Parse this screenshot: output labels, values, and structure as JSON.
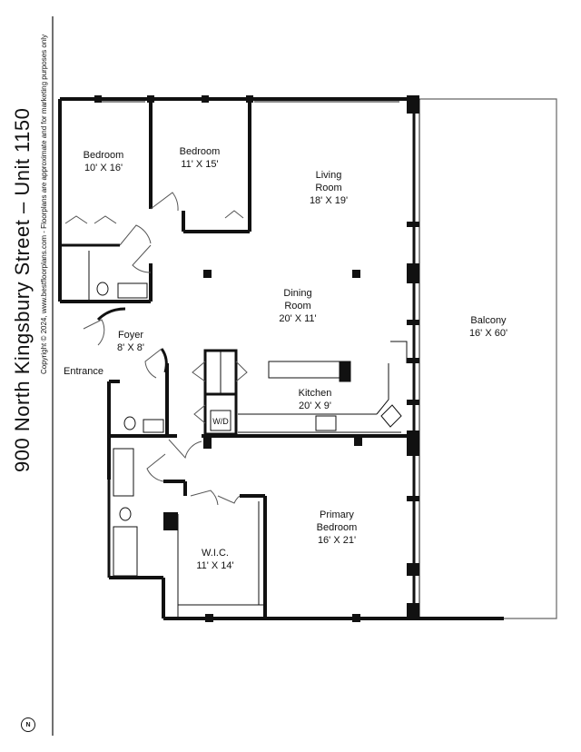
{
  "title": "900 North Kingsbury Street – Unit 1150",
  "subtitle": "Copyright © 2024, www.bestfloorplans.com - Floorplans are approximate and for marketing purposes only",
  "north_label": "N",
  "rooms": [
    {
      "id": "bedroom-1",
      "name": "Bedroom",
      "size": "10' X 16'"
    },
    {
      "id": "bedroom-2",
      "name": "Bedroom",
      "size": "11' X 15'"
    },
    {
      "id": "living-room",
      "name_line1": "Living",
      "name_line2": "Room",
      "size": "18' X 19'"
    },
    {
      "id": "dining-room",
      "name_line1": "Dining",
      "name_line2": "Room",
      "size": "20' X 11'"
    },
    {
      "id": "foyer",
      "name": "Foyer",
      "size": "8' X 8'"
    },
    {
      "id": "kitchen",
      "name": "Kitchen",
      "size": "20' X 9'"
    },
    {
      "id": "balcony",
      "name": "Balcony",
      "size": "16' X 60'"
    },
    {
      "id": "primary-bedroom",
      "name_line1": "Primary",
      "name_line2": "Bedroom",
      "size": "16' X 21'"
    },
    {
      "id": "wic",
      "name": "W.I.C.",
      "size": "11' X 14'"
    }
  ],
  "labels": {
    "entrance": "Entrance",
    "wd": "W/D"
  },
  "colors": {
    "wall": "#111111",
    "line": "#333333",
    "background": "#ffffff"
  }
}
